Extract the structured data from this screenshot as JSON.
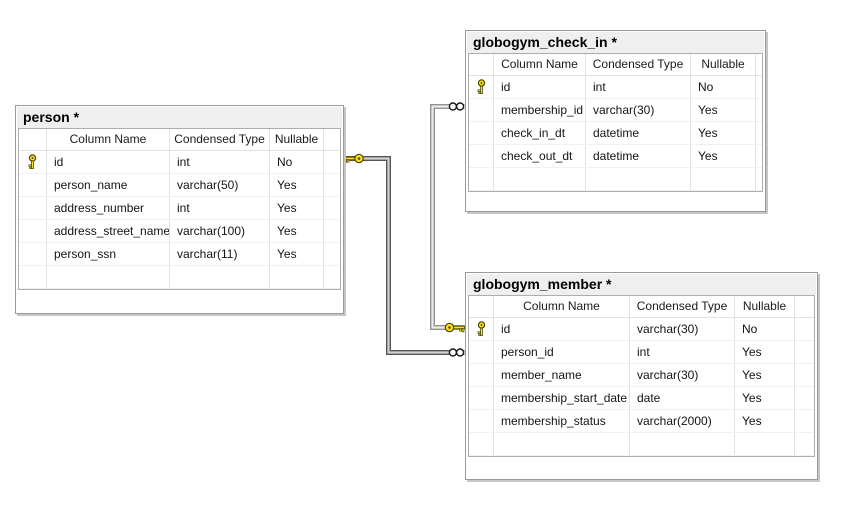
{
  "tables": {
    "person": {
      "title": "person *",
      "headers": {
        "column": "Column Name",
        "type": "Condensed Type",
        "nullable": "Nullable"
      },
      "rows": [
        {
          "pk": true,
          "name": "id",
          "type": "int",
          "nullable": "No"
        },
        {
          "pk": false,
          "name": "person_name",
          "type": "varchar(50)",
          "nullable": "Yes"
        },
        {
          "pk": false,
          "name": "address_number",
          "type": "int",
          "nullable": "Yes"
        },
        {
          "pk": false,
          "name": "address_street_name",
          "type": "varchar(100)",
          "nullable": "Yes"
        },
        {
          "pk": false,
          "name": "person_ssn",
          "type": "varchar(11)",
          "nullable": "Yes"
        }
      ]
    },
    "check_in": {
      "title": "globogym_check_in *",
      "headers": {
        "column": "Column Name",
        "type": "Condensed Type",
        "nullable": "Nullable"
      },
      "rows": [
        {
          "pk": true,
          "name": "id",
          "type": "int",
          "nullable": "No"
        },
        {
          "pk": false,
          "name": "membership_id",
          "type": "varchar(30)",
          "nullable": "Yes"
        },
        {
          "pk": false,
          "name": "check_in_dt",
          "type": "datetime",
          "nullable": "Yes"
        },
        {
          "pk": false,
          "name": "check_out_dt",
          "type": "datetime",
          "nullable": "Yes"
        }
      ]
    },
    "member": {
      "title": "globogym_member *",
      "headers": {
        "column": "Column Name",
        "type": "Condensed Type",
        "nullable": "Nullable"
      },
      "rows": [
        {
          "pk": true,
          "name": "id",
          "type": "varchar(30)",
          "nullable": "No"
        },
        {
          "pk": false,
          "name": "person_id",
          "type": "int",
          "nullable": "Yes"
        },
        {
          "pk": false,
          "name": "member_name",
          "type": "varchar(30)",
          "nullable": "Yes"
        },
        {
          "pk": false,
          "name": "membership_start_date",
          "type": "date",
          "nullable": "Yes"
        },
        {
          "pk": false,
          "name": "membership_status",
          "type": "varchar(2000)",
          "nullable": "Yes"
        }
      ]
    }
  },
  "relationships": [
    {
      "one_table": "person",
      "one_column": "id",
      "one_end_icon": "key-icon",
      "many_table": "globogym_member",
      "many_column": "person_id",
      "many_end_icon": "infinity-icon"
    },
    {
      "one_table": "globogym_member",
      "one_column": "id",
      "one_end_icon": "key-icon",
      "many_table": "globogym_check_in",
      "many_column": "membership_id",
      "many_end_icon": "infinity-icon"
    }
  ],
  "icons": {
    "primary_key": "key-icon",
    "many_cardinality": "infinity-icon"
  },
  "colors": {
    "canvas_bg": "#ffffff",
    "table_title_bg": "#efefef",
    "table_border": "#9a9a9a",
    "grid_border": "#adadad",
    "column_separator": "#e1e1e1",
    "row_separator": "#f0f0f0",
    "key_yellow": "#ffe01a",
    "connector_dark": "#565656",
    "connector_light": "#929292"
  }
}
